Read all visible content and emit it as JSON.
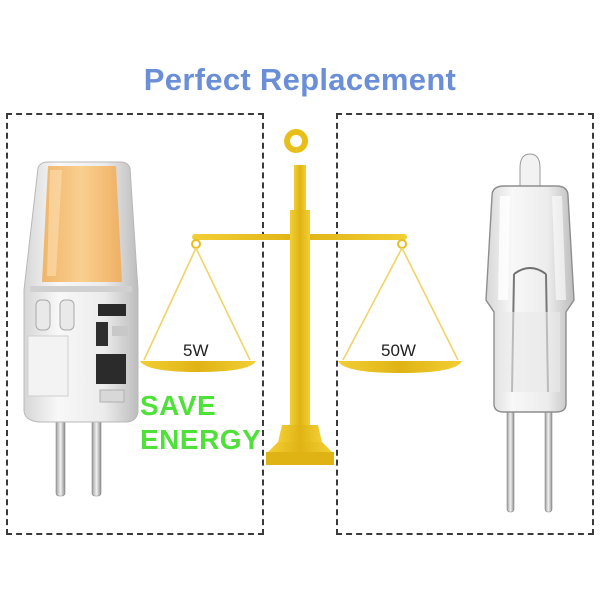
{
  "title": "Perfect Replacement",
  "led_bulb": {
    "wattage_label": "5W"
  },
  "halogen_bulb": {
    "wattage_label": "50W"
  },
  "badge": {
    "line1": "SAVE",
    "line2": "ENERGY"
  },
  "colors": {
    "title": "#6a8fd8",
    "scale_gold": "#e8bf1a",
    "save_energy": "#4fe03a",
    "led_glow": "#f7c680",
    "frame": "#3a3a3a"
  },
  "icons": [
    "led-bulb-icon",
    "balance-scale-icon",
    "halogen-bulb-icon"
  ]
}
